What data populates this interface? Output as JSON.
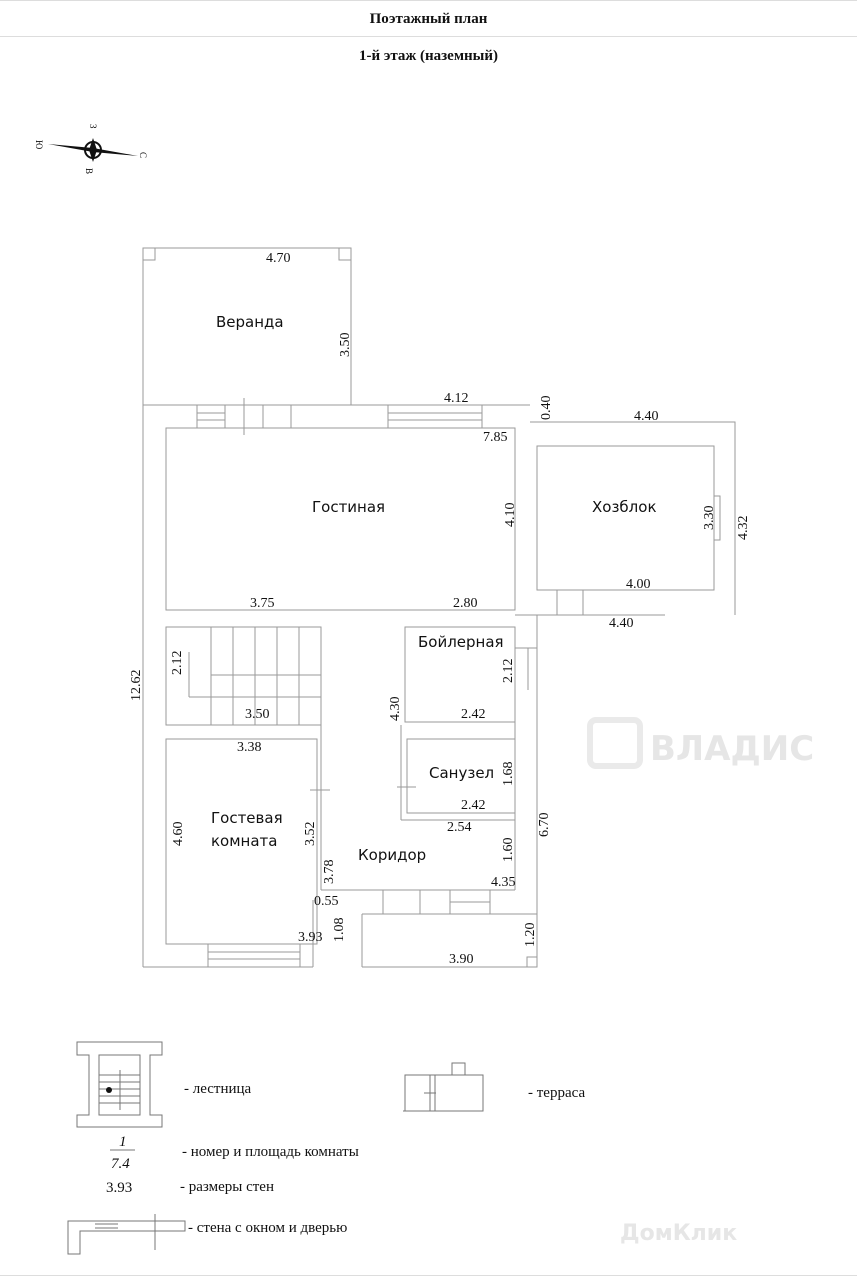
{
  "header": {
    "title": "Поэтажный план",
    "subtitle": "1-й этаж (наземный)"
  },
  "compass": {
    "labels": {
      "north": "З",
      "south": "В",
      "east": "С",
      "west": "Ю"
    }
  },
  "rooms": {
    "veranda": "Веранда",
    "living": "Гостиная",
    "utility": "Хозблок",
    "boiler": "Бойлерная",
    "bathroom": "Санузел",
    "guest_line1": "Гостевая",
    "guest_line2": "комната",
    "corridor": "Коридор"
  },
  "dimensions": {
    "veranda_w": "4.70",
    "veranda_h": "3.50",
    "wall_top": "4.12",
    "gap": "0.40",
    "utility_outer_w": "4.40",
    "living_w": "7.85",
    "living_h": "4.10",
    "utility_inner_h": "3.30",
    "utility_outer_h": "4.32",
    "utility_inner_w": "4.00",
    "utility_bottom": "4.40",
    "stair_top": "3.75",
    "boiler_top": "2.80",
    "total_h": "12.62",
    "stair_h": "2.12",
    "stair_w": "3.50",
    "boiler_h": "2.12",
    "boiler_w": "2.42",
    "corr_h": "4.30",
    "guest_w": "3.38",
    "guest_h": "4.60",
    "guest_side": "3.52",
    "guest_bottom": "3.93",
    "bath_h": "1.68",
    "bath_w": "2.42",
    "corr_w1": "2.54",
    "corr_h2": "1.60",
    "corr_w2": "4.35",
    "corr_side": "3.78",
    "entry_w": "0.55",
    "entry_h": "1.08",
    "right_h": "6.70",
    "terrace_h": "1.20",
    "terrace_w": "3.90"
  },
  "legend": {
    "stairs": "- лестница",
    "terrace": "- терраса",
    "room_number": "1",
    "room_area": "7.4",
    "room_label": "- номер и площадь комнаты",
    "wall_size_sample": "3.93",
    "wall_size_label": "- размеры стен",
    "wall_window_door": "- стена с окном и дверью"
  },
  "watermarks": {
    "center": "ВЛАДИС",
    "corner": "ДомКлик"
  }
}
